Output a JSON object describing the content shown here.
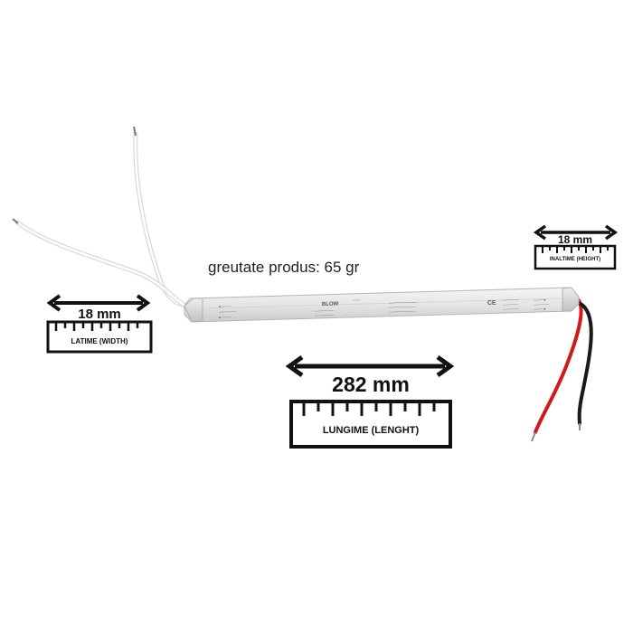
{
  "weight": {
    "text": "greutate produs: 65 gr"
  },
  "width_dim": {
    "value": "18 mm",
    "label": "LATIME (WIDTH)"
  },
  "height_dim": {
    "value": "18 mm",
    "label": "INALTIME (HEIGHT)"
  },
  "length_dim": {
    "value": "282 mm",
    "label": "LUNGIME (LENGHT)"
  },
  "device": {
    "brand": "BLOW"
  },
  "colors": {
    "ruler": "#111111",
    "wire_red": "#d01a1a",
    "wire_black": "#1a1a1a",
    "body": "#e6e7e9"
  }
}
